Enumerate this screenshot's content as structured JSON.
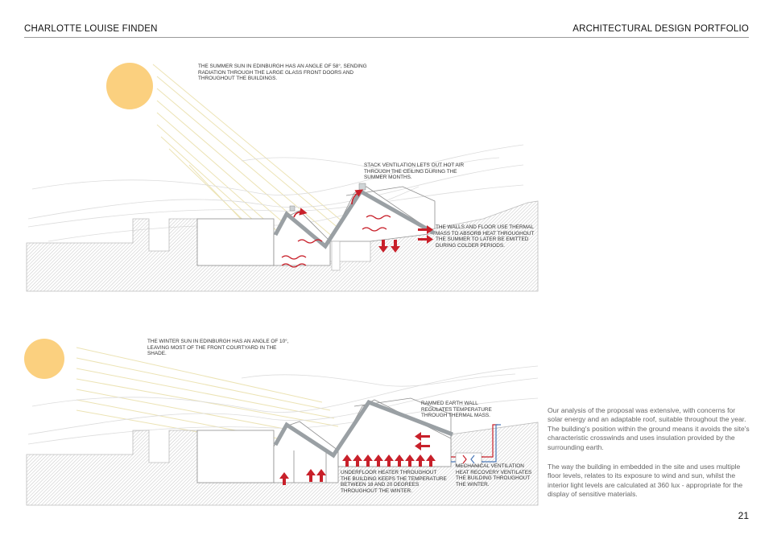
{
  "header": {
    "author": "CHARLOTTE LOUISE FINDEN",
    "title": "ARCHITECTURAL DESIGN PORTFOLIO"
  },
  "summer": {
    "sun_note": "THE SUMMER SUN IN EDINBURGH HAS AN ANGLE OF 58°, SENDING RADIATION THROUGH THE LARGE GLASS FRONT DOORS AND THROUGHOUT THE BUILDINGS.",
    "stack_note": "STACK VENTILATION LETS OUT  HOT AIR THROUGH THE CEILING DURING THE SUMMER MONTHS.",
    "mass_note": "THE WALLS AND FLOOR USE THERMAL MASS TO ABSORB HEAT THROUGHOUT THE SUMMER TO LATER BE EMITTED DURING COLDER PERIODS."
  },
  "winter": {
    "sun_note": "THE WINTER SUN IN EDINBURGH HAS AN ANGLE OF 10°, LEAVING MOST OF THE FRONT COURTYARD IN THE SHADE.",
    "rammed_note": "RAMMED EARTH WALL REGULATES TEMPERATURE THROUGH THERMAL MASS.",
    "underfloor_note": "UNDERFLOOR HEATER THROUGHOUT THE BUILDING KEEPS THE TEMPERATURE BETWEEN 18 AND 20 DEGREES THROUGHOUT THE WINTER.",
    "mvhr_note": "MECHANICAL VENTILATION HEAT RECOVERY VENTILATES THE BUILDING THROUGHOUT THE WINTER."
  },
  "body": {
    "paragraph_1": "Our analysis of the proposal was extensive, with concerns for solar energy and an adaptable roof, suitable throughout the year. The building's position within the ground means it avoids the site's characteristic crosswinds and uses insulation provided by the surrounding earth.",
    "paragraph_2": "The way the building in embedded in the site and uses multiple floor levels, relates to its exposure to wind and sun, whilst the interior light levels are calculated at 360 lux - appropriate for the display of sensitive materials."
  },
  "page_number": "21",
  "colors": {
    "sun": "#fbd07f",
    "sun_rays": "#ece3b4",
    "heat_red": "#c8202a",
    "ground_hatch": "#cfcfcf",
    "roof": "#9aa0a4",
    "wind_lines": "#d9d9d9"
  }
}
